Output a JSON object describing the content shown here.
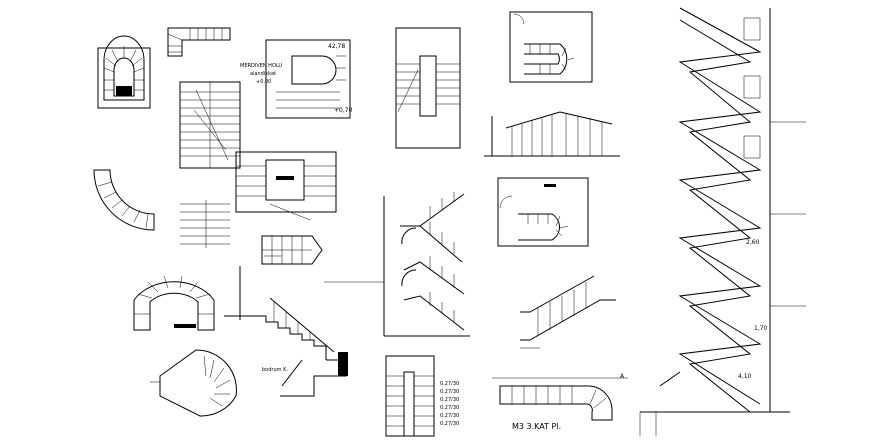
{
  "colors": {
    "ink": "#000000",
    "paper": "#ffffff"
  },
  "labels": {
    "landing_title": "MERDIVEN HOLU",
    "landing_sub": "alandikkat",
    "landing_sub2": "+0,00",
    "level_top": "42,78",
    "level_mid": "+0,70",
    "basement": "bodrum K.",
    "floor_plan": "M3 3.KAT Pl.",
    "elev_a": "2,60",
    "elev_b": "1,70",
    "elev_c": "4,10",
    "section_mark": "A",
    "dim_1": "0,27/30",
    "dim_2": "0,27/30",
    "dim_3": "0,27/30",
    "dim_4": "0,27/30",
    "dim_5": "0,27/30",
    "dim_6": "0,27/30"
  }
}
